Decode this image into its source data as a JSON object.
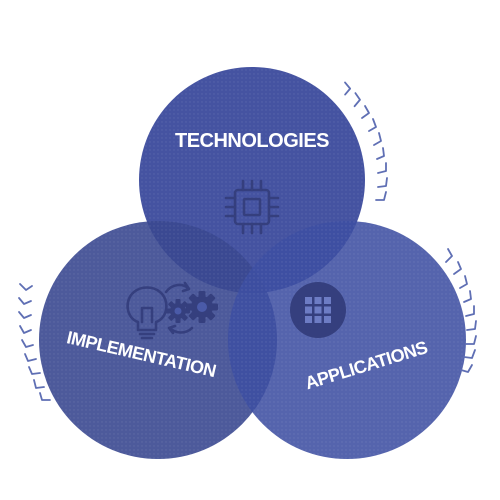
{
  "diagram": {
    "circles": [
      {
        "id": "technologies",
        "label": "TECHNOLOGIES",
        "icon": "chip-icon",
        "color": "#3b4a9c"
      },
      {
        "id": "implementation",
        "label": "IMPLEMENTATION",
        "icon": "lightbulb-gears-icon",
        "color": "#3c4b94"
      },
      {
        "id": "applications",
        "label": "APPLICATIONS",
        "icon": "grid-app-icon",
        "color": "#3e4fa2"
      }
    ],
    "arrow_color": "#5f6fb4",
    "icon_color": "#353f7e"
  }
}
